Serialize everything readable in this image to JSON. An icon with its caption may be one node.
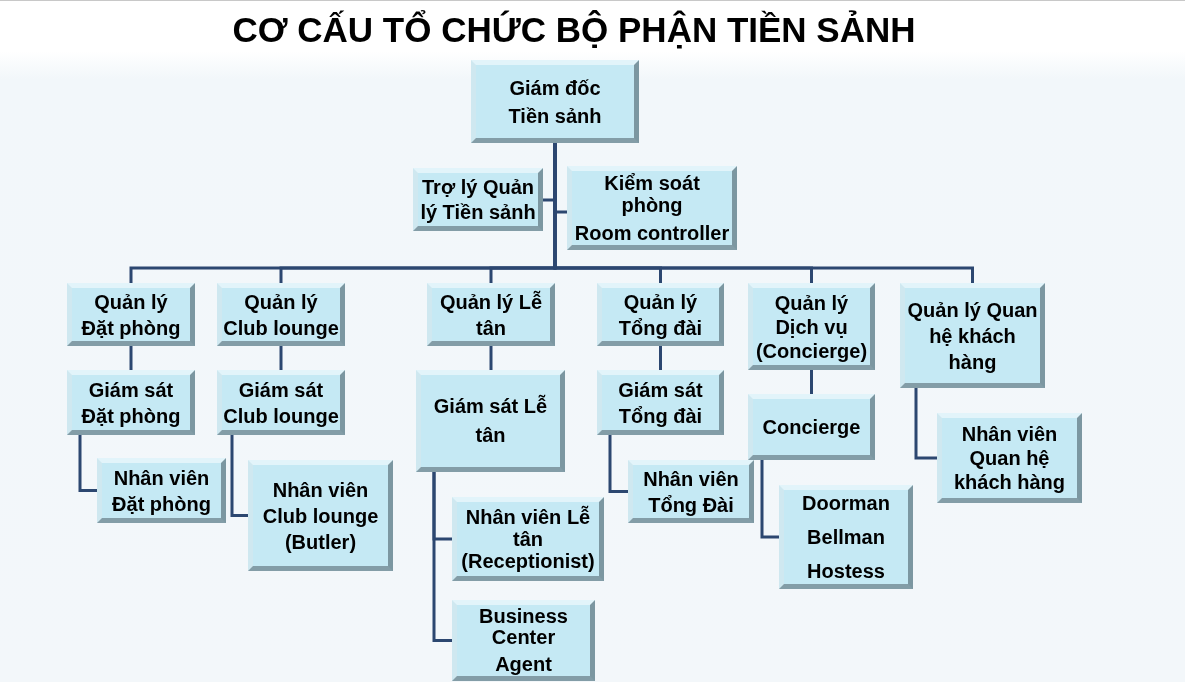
{
  "diagram": {
    "title": "CƠ CẤU TỔ CHỨC BỘ PHẬN TIỀN SẢNH",
    "nodes": [
      {
        "text": [
          "Giám đốc Tiền sảnh"
        ]
      },
      {
        "text": [
          "Trợ lý Quản lý Tiền sảnh"
        ]
      },
      {
        "text": [
          "Kiểm soát phòng",
          "Room controller"
        ]
      },
      {
        "text": [
          "Quản lý Đặt phòng"
        ]
      },
      {
        "text": [
          "Quản lý Club lounge"
        ]
      },
      {
        "text": [
          "Quản lý Lễ tân"
        ]
      },
      {
        "text": [
          "Quản lý Tổng đài"
        ]
      },
      {
        "text": [
          "Quản lý Dịch vụ (Concierge)"
        ]
      },
      {
        "text": [
          "Quản lý Quan hệ khách hàng"
        ]
      },
      {
        "text": [
          "Giám sát Đặt phòng"
        ]
      },
      {
        "text": [
          "Giám sát Club lounge"
        ]
      },
      {
        "text": [
          "Giám sát Lễ tân"
        ]
      },
      {
        "text": [
          "Giám sát Tổng đài"
        ]
      },
      {
        "text": [
          "Concierge"
        ]
      },
      {
        "text": [
          "Nhân viên Đặt phòng"
        ]
      },
      {
        "text": [
          "Nhân viên Club lounge (Butler)"
        ]
      },
      {
        "text": [
          "Nhân viên Lễ tân (Receptionist)"
        ]
      },
      {
        "text": [
          "Business Center",
          "Agent"
        ]
      },
      {
        "text": [
          "Nhân viên Tổng Đài"
        ]
      },
      {
        "text": [
          "Doorman",
          "Bellman",
          "Hostess"
        ]
      },
      {
        "text": [
          "Nhân viên Quan hệ khách hàng"
        ]
      }
    ],
    "edges": [
      {
        "from": 0,
        "to": 1,
        "arrow": "none"
      },
      {
        "from": 0,
        "to": 2,
        "arrow": "none"
      },
      {
        "from": 0,
        "to": 3,
        "arrow": "none"
      },
      {
        "from": 0,
        "to": 4,
        "arrow": "none"
      },
      {
        "from": 0,
        "to": 5,
        "arrow": "none"
      },
      {
        "from": 0,
        "to": 6,
        "arrow": "none"
      },
      {
        "from": 0,
        "to": 7,
        "arrow": "none"
      },
      {
        "from": 0,
        "to": 8,
        "arrow": "none"
      },
      {
        "from": 3,
        "to": 9,
        "arrow": "none"
      },
      {
        "from": 4,
        "to": 10,
        "arrow": "none"
      },
      {
        "from": 5,
        "to": 11,
        "arrow": "none"
      },
      {
        "from": 6,
        "to": 12,
        "arrow": "none"
      },
      {
        "from": 7,
        "to": 13,
        "arrow": "none"
      },
      {
        "from": 8,
        "to": 20,
        "arrow": "none"
      },
      {
        "from": 9,
        "to": 14,
        "arrow": "none"
      },
      {
        "from": 10,
        "to": 15,
        "arrow": "none"
      },
      {
        "from": 11,
        "to": 16,
        "arrow": "none"
      },
      {
        "from": 11,
        "to": 17,
        "arrow": "none"
      },
      {
        "from": 12,
        "to": 18,
        "arrow": "none"
      },
      {
        "from": 13,
        "to": 19,
        "arrow": "none"
      }
    ]
  }
}
